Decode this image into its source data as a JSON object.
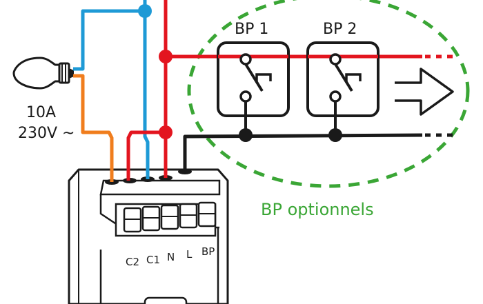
{
  "bulb": {
    "current": "10A",
    "voltage": "230V ~"
  },
  "buttons": [
    {
      "label": "BP 1"
    },
    {
      "label": "BP 2"
    }
  ],
  "optional_label": "BP optionnels",
  "terminals": [
    "C2",
    "C1",
    "N",
    "L",
    "BP"
  ],
  "colors": {
    "phase": "#e3151f",
    "neutral": "#1e9ad6",
    "control": "#f07d1d",
    "pushbutton": "#1a1a1a",
    "optional": "#3aa635"
  },
  "icons": [
    "light-bulb-icon",
    "push-button-icon",
    "arrow-right-icon"
  ]
}
